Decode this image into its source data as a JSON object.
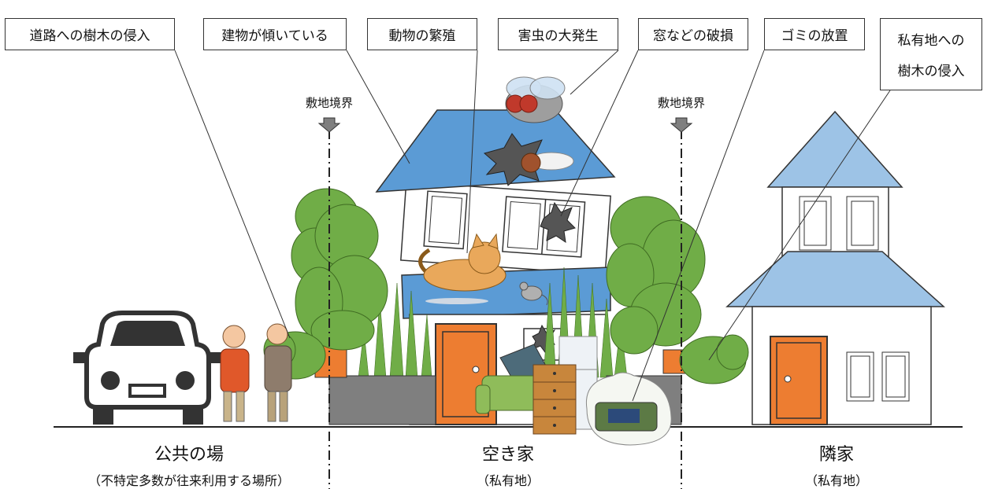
{
  "labels": {
    "road_trees": "道路への樹木の侵入",
    "tilting": "建物が傾いている",
    "animals": "動物の繁殖",
    "pests": "害虫の大発生",
    "windows": "窓などの破損",
    "garbage": "ゴミの放置",
    "private_trees_line1": "私有地への",
    "private_trees_line2": "樹木の侵入"
  },
  "boundary": {
    "left": "敷地境界",
    "right": "敷地境界"
  },
  "areas": {
    "public": {
      "name": "公共の場",
      "note": "（不特定多数が往来利用する場所）"
    },
    "vacant": {
      "name": "空き家",
      "note": "（私有地）"
    },
    "neighbor": {
      "name": "隣家",
      "note": "（私有地）"
    }
  },
  "colors": {
    "roof_blue": "#5b9bd5",
    "roof_light": "#9dc3e6",
    "tree_green": "#70ad47",
    "door_orange": "#ed7d31",
    "wall_gray": "#7f7f7f",
    "line": "#333333"
  },
  "icons": [
    "car-icon",
    "people-icon",
    "fly-icon",
    "larva-icon",
    "cat-icon",
    "mouse-icon",
    "sofa-icon",
    "dresser-icon",
    "fridge-icon",
    "garbage-bag-icon"
  ]
}
